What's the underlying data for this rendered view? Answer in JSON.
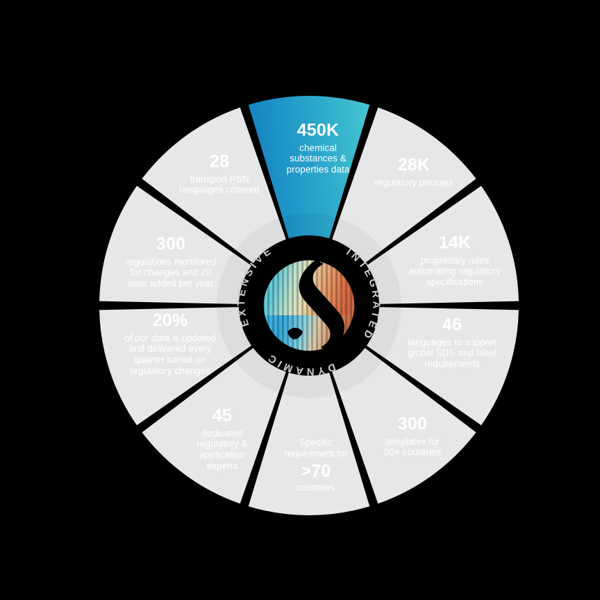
{
  "graphic": {
    "title": "Capability wheel infographic",
    "center_badge": {
      "words": [
        "EXTENSIVE",
        "INTEGRATED",
        "DYNAMIC"
      ],
      "logo_name": "s-monogram-logo",
      "background_color": "#000000",
      "text_color": "#c9ccce"
    },
    "colors": {
      "background": "#000000",
      "segment_default": "#e6e7e8",
      "segment_inner_shade": "#dcdddf",
      "segment_highlight_from": "#1383c2",
      "segment_highlight_to": "#43c3cf",
      "divider": "#000000",
      "text": "#ffffff"
    },
    "segments": [
      {
        "id": "chemical-substances",
        "value": "450K",
        "description": "chemical substances & properties data",
        "lines": [
          "chemical",
          "substances &",
          "properties data"
        ],
        "highlighted": true,
        "value_first": true
      },
      {
        "id": "regulatory-phrases",
        "value": "28K",
        "description": "regulatory phrases",
        "lines": [
          "regulatory phrases"
        ],
        "highlighted": false,
        "value_first": true
      },
      {
        "id": "proprietary-rules",
        "value": "14K",
        "description": "proprietary rules automating regulatory specifications",
        "lines": [
          "proprietary rules",
          "automating regulatory",
          "specifications"
        ],
        "highlighted": false,
        "value_first": true
      },
      {
        "id": "languages-sds-label",
        "value": "46",
        "description": "languages to support global SDS and label requirements",
        "lines": [
          "languages to support",
          "global SDS and label",
          "requirements"
        ],
        "highlighted": false,
        "value_first": true
      },
      {
        "id": "templates-countries",
        "value": "300",
        "description": "templates for 50+ countries",
        "lines": [
          "templates for",
          "50+ countries"
        ],
        "highlighted": false,
        "value_first": true
      },
      {
        "id": "specific-requirements",
        "value": ">70",
        "description": "Specific requiremets for >70 countries",
        "lines_before": [
          "Specific",
          "requiremets for"
        ],
        "lines_after": [
          "countries"
        ],
        "highlighted": false,
        "value_first": false
      },
      {
        "id": "dedicated-experts",
        "value": "45",
        "description": "dedicated regulatory & application experts",
        "lines": [
          "dedicated",
          "regulatory &",
          "application",
          "experts"
        ],
        "highlighted": false,
        "value_first": true
      },
      {
        "id": "data-updated",
        "value": "20%",
        "description": "of our data is updated and delivered every quarter based on regulatory changes",
        "lines": [
          "of our data is updated",
          "and delivered every",
          "quarter based on",
          "regulatory changes"
        ],
        "highlighted": false,
        "value_first": true
      },
      {
        "id": "regulations-monitored",
        "value": "300",
        "description": "regulations monitored for changes and 20 laws added per year",
        "lines": [
          "regulations monitored",
          "for changes and 20",
          "laws added per year"
        ],
        "highlighted": false,
        "value_first": true
      },
      {
        "id": "transport-psn",
        "value": "28",
        "description": "transport PSN languages covered",
        "lines": [
          "transport PSN",
          "languages covered"
        ],
        "highlighted": false,
        "value_first": true
      }
    ]
  }
}
